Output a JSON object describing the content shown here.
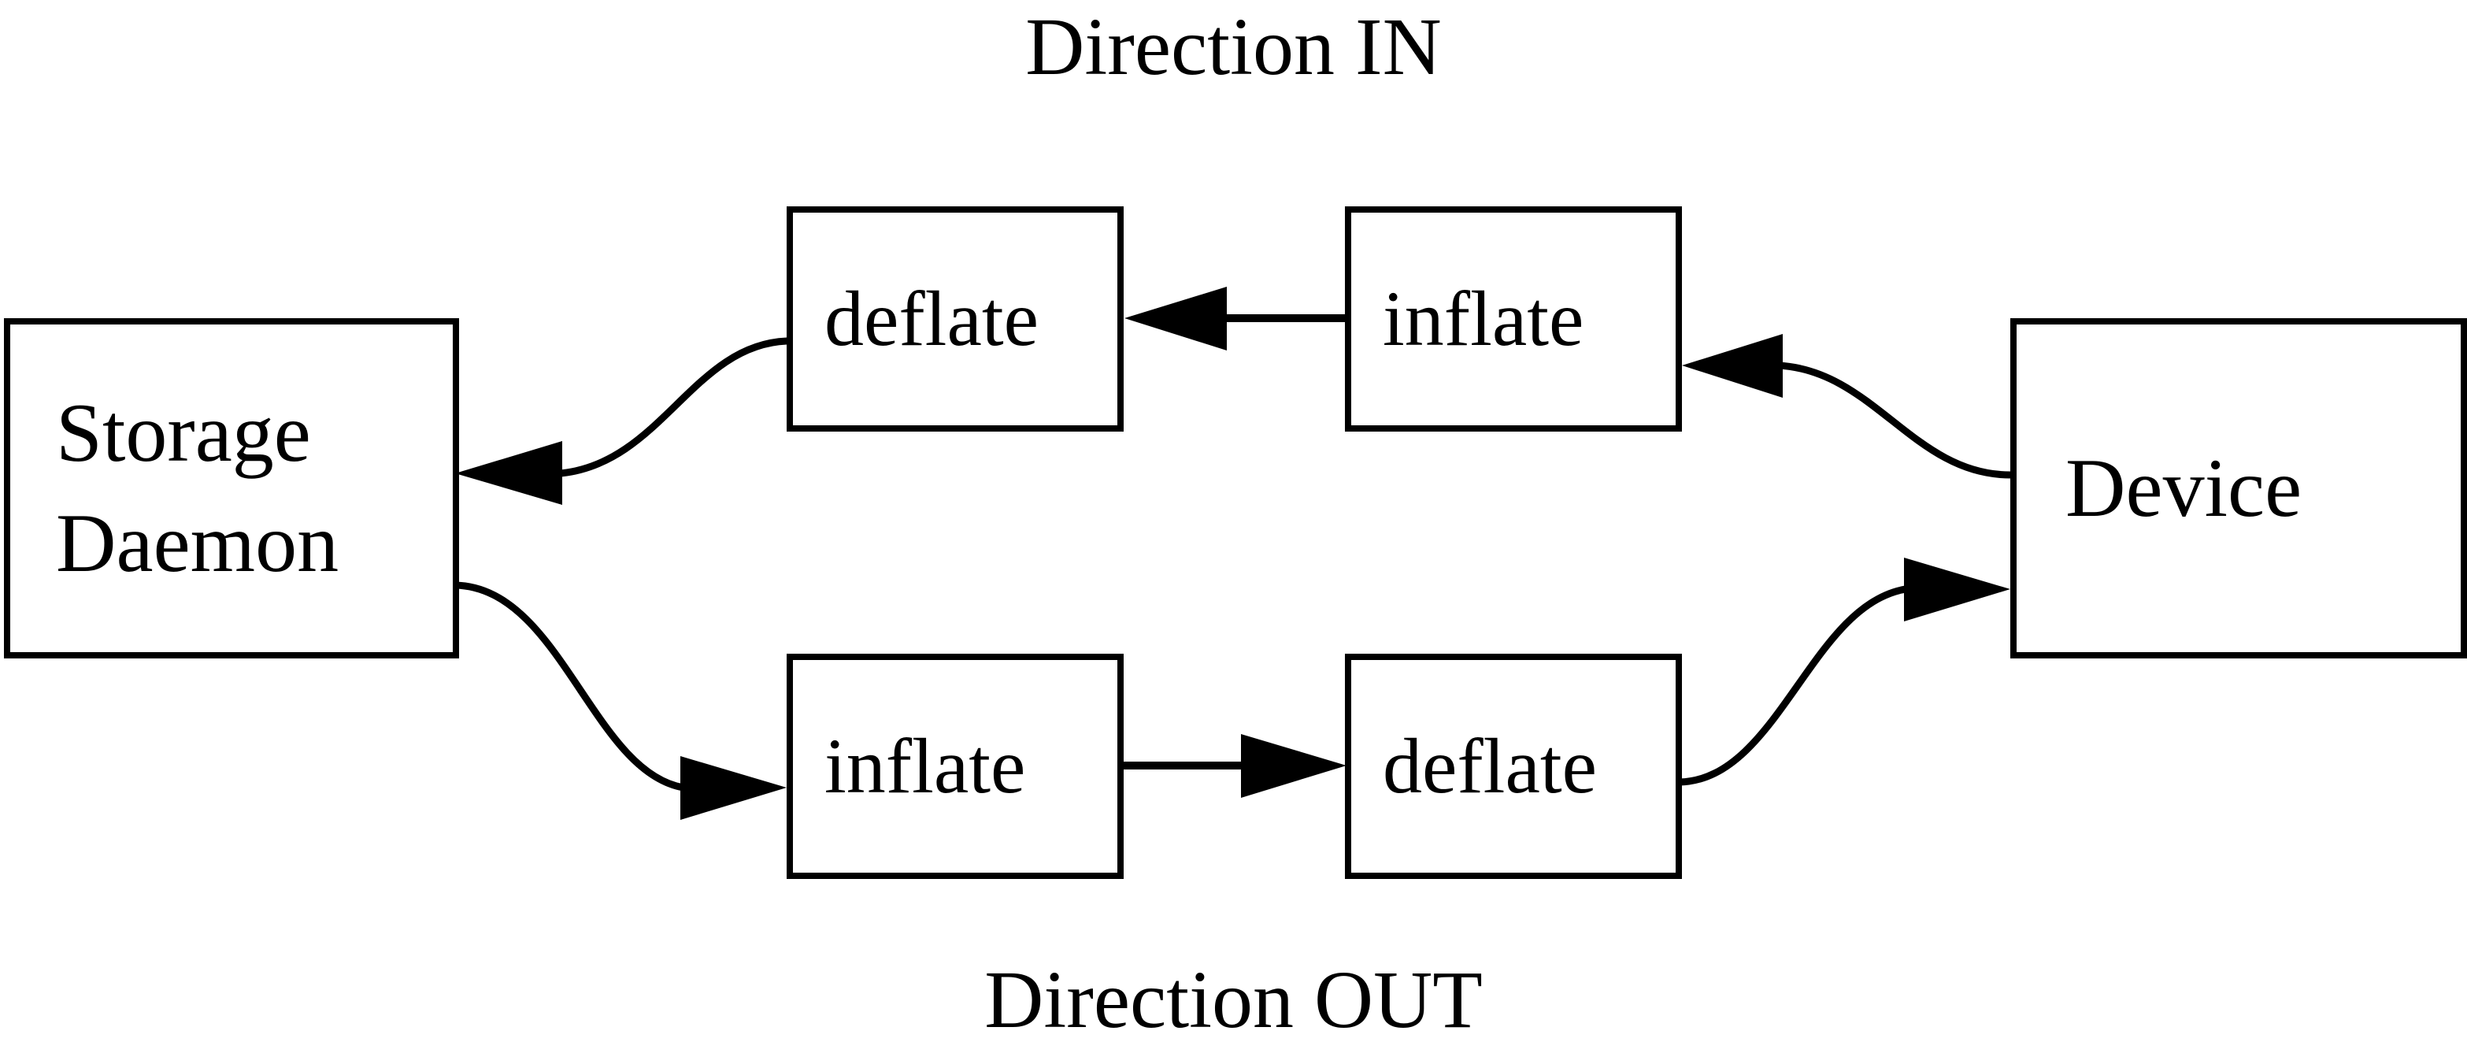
{
  "diagram": {
    "title_top": "Direction IN",
    "title_bottom": "Direction OUT",
    "stroke_color": "#000000",
    "background_color": "#ffffff",
    "nodes": [
      {
        "id": "storage-daemon",
        "label_line1": "Storage",
        "label_line2": "Daemon"
      },
      {
        "id": "deflate-in",
        "label": "deflate"
      },
      {
        "id": "inflate-in",
        "label": "inflate"
      },
      {
        "id": "inflate-out",
        "label": "inflate"
      },
      {
        "id": "deflate-out",
        "label": "deflate"
      },
      {
        "id": "device",
        "label": "Device"
      }
    ],
    "edges": [
      {
        "id": "device-to-inflate-in",
        "from": "device",
        "to": "inflate-in",
        "style": "curved",
        "arrow": "left"
      },
      {
        "id": "inflate-in-to-deflate-in",
        "from": "inflate-in",
        "to": "deflate-in",
        "style": "straight",
        "arrow": "left"
      },
      {
        "id": "deflate-in-to-storage",
        "from": "deflate-in",
        "to": "storage-daemon",
        "style": "curved",
        "arrow": "left"
      },
      {
        "id": "storage-to-inflate-out",
        "from": "storage-daemon",
        "to": "inflate-out",
        "style": "curved",
        "arrow": "right"
      },
      {
        "id": "inflate-out-to-deflate-out",
        "from": "inflate-out",
        "to": "deflate-out",
        "style": "straight",
        "arrow": "right"
      },
      {
        "id": "deflate-out-to-device",
        "from": "deflate-out",
        "to": "device",
        "style": "curved",
        "arrow": "right"
      }
    ]
  }
}
